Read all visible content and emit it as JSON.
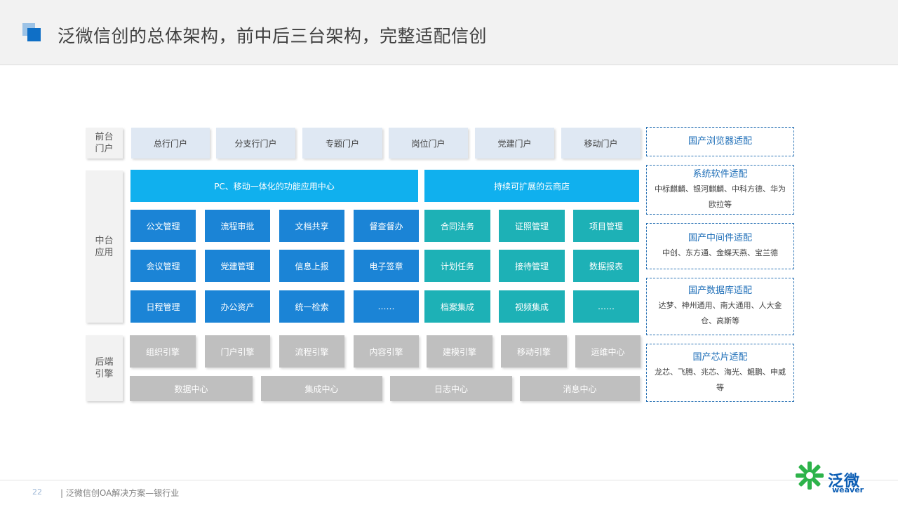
{
  "title": "泛微信创的总体架构，前中后三台架构，完整适配信创",
  "row_labels": {
    "front": "前台\n门户",
    "middle": "中台\n应用",
    "back": "后端\n引擎"
  },
  "portals": [
    "总行门户",
    "分支行门户",
    "专题门户",
    "岗位门户",
    "党建门户",
    "移动门户"
  ],
  "banners": {
    "left": "PC、移动一体化的功能应用中心",
    "right": "持续可扩展的云商店"
  },
  "apps_blue": [
    [
      "公文管理",
      "流程审批",
      "文档共享",
      "督查督办"
    ],
    [
      "会议管理",
      "党建管理",
      "信息上报",
      "电子签章"
    ],
    [
      "日程管理",
      "办公资产",
      "统一检索",
      "……"
    ]
  ],
  "apps_teal": [
    [
      "合同法务",
      "证照管理",
      "项目管理"
    ],
    [
      "计划任务",
      "接待管理",
      "数据报表"
    ],
    [
      "档案集成",
      "视频集成",
      "……"
    ]
  ],
  "engines_row1": [
    "组织引擎",
    "门户引擎",
    "流程引擎",
    "内容引擎",
    "建模引擎",
    "移动引擎",
    "运维中心"
  ],
  "engines_row2": [
    "数据中心",
    "集成中心",
    "日志中心",
    "消息中心"
  ],
  "adaptations": [
    {
      "title": "国产浏览器适配",
      "desc": ""
    },
    {
      "title": "系统软件适配",
      "desc": "中标麒麟、银河麒麟、中科方德、华为欧拉等"
    },
    {
      "title": "国产中间件适配",
      "desc": "中创、东方通、金蝶天燕、宝兰德"
    },
    {
      "title": "国产数据库适配",
      "desc": "达梦、神州通用、南大通用、人大金仓、高斯等"
    },
    {
      "title": "国产芯片适配",
      "desc": "龙芯、飞腾、兆芯、海光、鲲鹏、申威等"
    }
  ],
  "footer": {
    "page_number": "22",
    "text": "| 泛微信创OA解决方案—银行业"
  },
  "logo": {
    "cn": "泛微",
    "en": "weaver"
  },
  "colors": {
    "accent_blue": "#1b84d6",
    "teal": "#1db1b6",
    "banner": "#10b0ee",
    "portal": "#dfe8f3",
    "engine_gray": "#bfbfbf",
    "logo_green": "#2db34a",
    "logo_blue": "#0b5db4"
  }
}
